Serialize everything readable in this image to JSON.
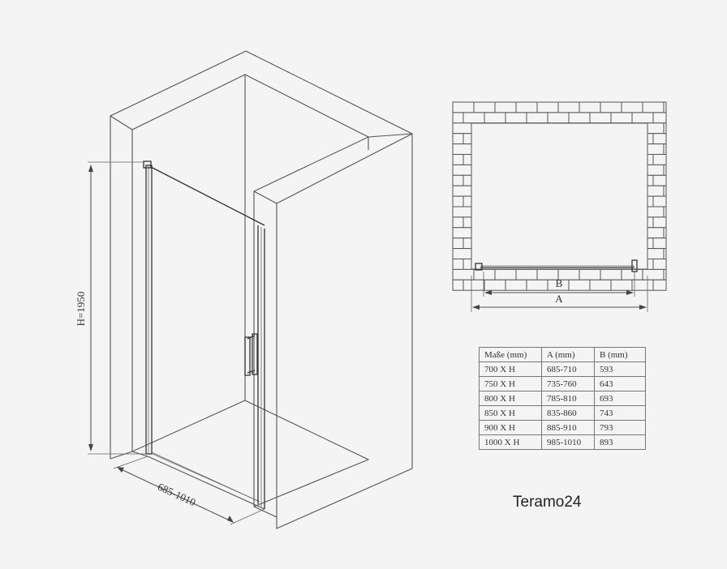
{
  "dimensions": {
    "height_label": "H=1950",
    "width_label": "685-1010",
    "plan_b_label": "B",
    "plan_a_label": "A"
  },
  "table": {
    "headers": [
      "Maße (mm)",
      "A (mm)",
      "B (mm)"
    ],
    "rows": [
      [
        "700 X H",
        "685-710",
        "593"
      ],
      [
        "750 X H",
        "735-760",
        "643"
      ],
      [
        "800 X H",
        "785-810",
        "693"
      ],
      [
        "850 X H",
        "835-860",
        "743"
      ],
      [
        "900 X H",
        "885-910",
        "793"
      ],
      [
        "1000 X H",
        "985-1010",
        "893"
      ]
    ]
  },
  "model_name": "Teramo24"
}
